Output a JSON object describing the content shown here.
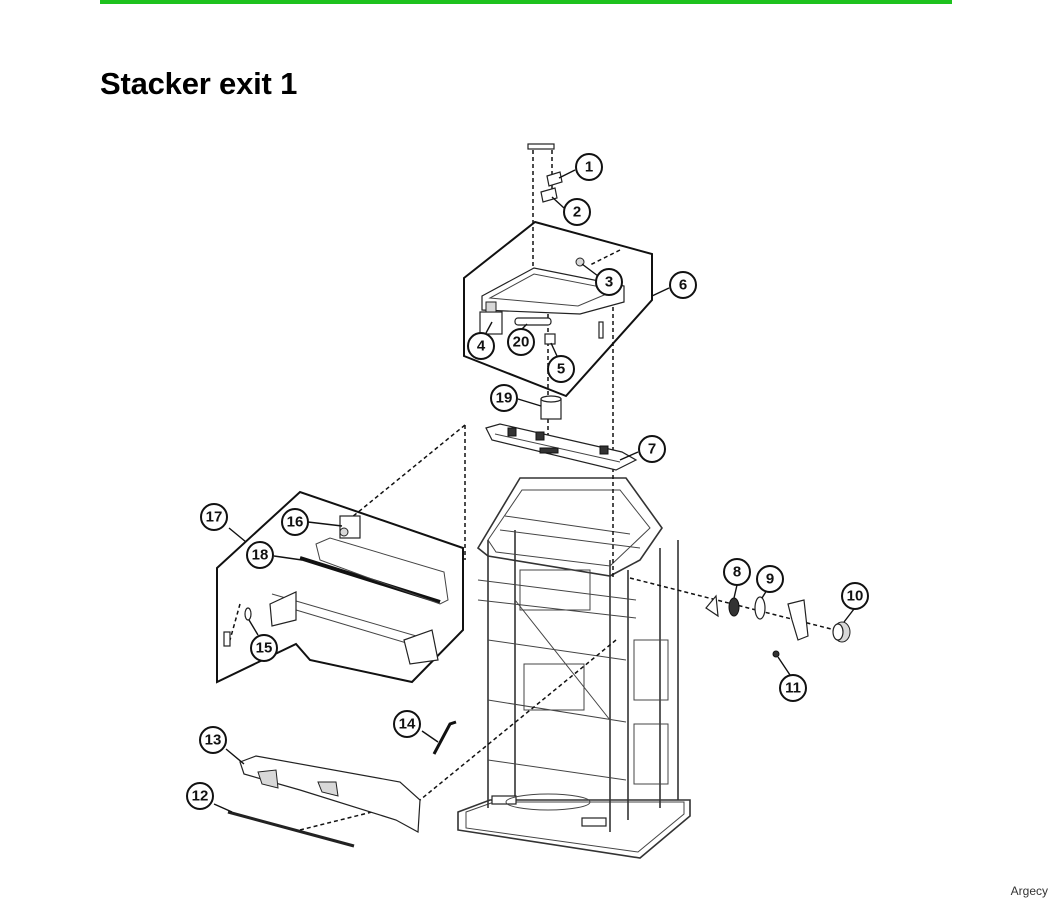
{
  "page": {
    "title": "Stacker exit 1",
    "accent_color": "#1ec21e",
    "watermark": "Argecy"
  },
  "callouts": [
    {
      "label": "1"
    },
    {
      "label": "2"
    },
    {
      "label": "3"
    },
    {
      "label": "4"
    },
    {
      "label": "5"
    },
    {
      "label": "6"
    },
    {
      "label": "7"
    },
    {
      "label": "8"
    },
    {
      "label": "9"
    },
    {
      "label": "10"
    },
    {
      "label": "11"
    },
    {
      "label": "12"
    },
    {
      "label": "13"
    },
    {
      "label": "14"
    },
    {
      "label": "15"
    },
    {
      "label": "16"
    },
    {
      "label": "17"
    },
    {
      "label": "18"
    },
    {
      "label": "19"
    },
    {
      "label": "20"
    }
  ]
}
